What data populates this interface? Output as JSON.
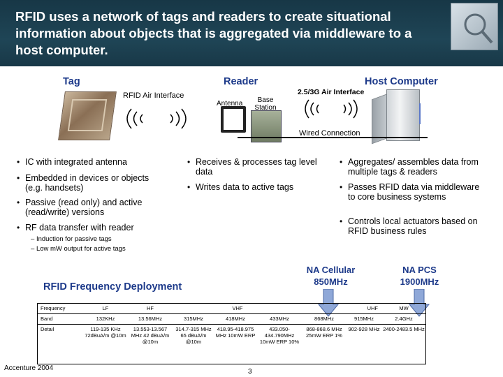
{
  "header": {
    "title": "RFID uses a network of tags and readers to create situational information about objects that is aggregated via middleware to a host computer."
  },
  "diagram": {
    "tag_title": "Tag",
    "reader_title": "Reader",
    "host_title": "Host Computer",
    "air_interface_label": "RFID Air Interface",
    "antenna_label": "Antenna",
    "base_station_label": "Base Station",
    "gprs_label": "2.5/3G Air Interface",
    "wired_label": "Wired Connection"
  },
  "tag_bullets": [
    "IC with integrated antenna",
    "Embedded in devices or objects (e.g. handsets)",
    "Passive (read only) and active (read/write) versions",
    "RF data transfer with reader"
  ],
  "tag_sub_bullets": [
    "Induction for passive tags",
    "Low mW output for active tags"
  ],
  "reader_bullets": [
    "Receives & processes tag level data",
    "Writes data to active tags"
  ],
  "host_bullets": [
    "Aggregates/ assembles data from multiple tags & readers",
    "Passes RFID data via middleware to core business systems",
    "Controls local actuators based on RFID business rules"
  ],
  "frequency": {
    "title": "RFID Frequency Deployment",
    "na_cellular": "NA Cellular 850MHz",
    "na_pcs": "NA PCS 1900MHz",
    "arrow_color": "#8fa8d8",
    "table": {
      "row_headers": [
        "Frequency",
        "Band",
        "Detail"
      ],
      "frequency_row": [
        "LF",
        "HF",
        "VHF",
        "UHF",
        "MW"
      ],
      "band_row": [
        "132KHz",
        "13.56MHz",
        "315MHz",
        "418MHz",
        "433MHz",
        "868MHz",
        "915MHz",
        "2.4GHz"
      ],
      "detail_row": [
        "119-135 KHz 72dBuA/m @10m",
        "13.553-13.567 MHz 42 dBuA/m @10m",
        "314.7-315 MHz 65 dBuA/m @10m",
        "418.95-418.975 MHz 10mW ERP",
        "433.050-434.790MHz 10mW ERP 10%",
        "868-868.6 MHz 25mW ERP 1%",
        "902-928 MHz",
        "2400-2483.5 MHz"
      ]
    }
  },
  "footer": {
    "company": "Accenture 2004",
    "page": "3"
  }
}
